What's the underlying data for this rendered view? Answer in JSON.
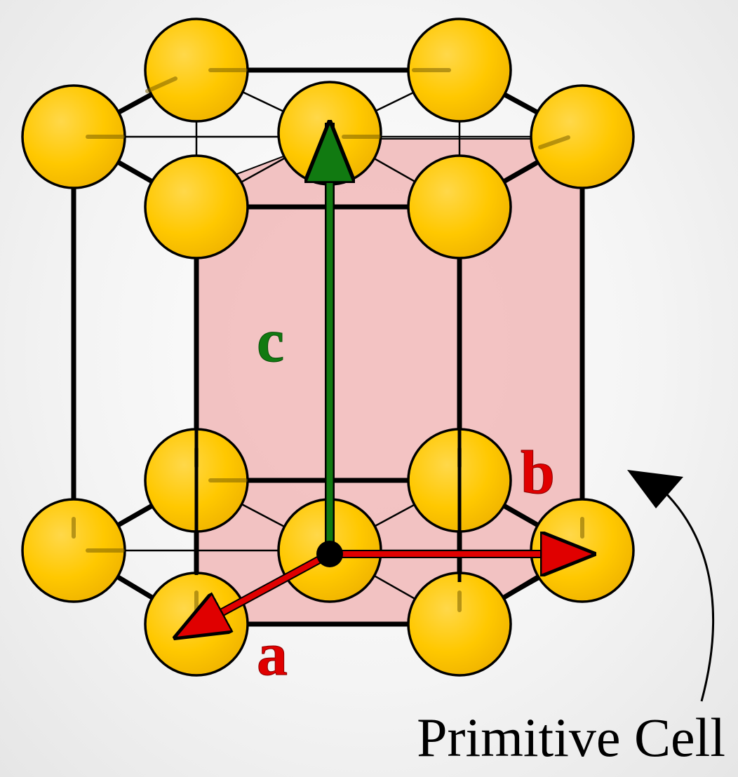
{
  "diagram": {
    "labels": {
      "a": "a",
      "b": "b",
      "c": "c",
      "caption": "Primitive Cell"
    },
    "colors": {
      "atom_fill": "#FFC800",
      "bond": "#000000",
      "primitive_cell_fill": "#F1B8B8",
      "vector_ab": "#E00000",
      "vector_c": "#117A11",
      "origin": "#000000"
    }
  }
}
